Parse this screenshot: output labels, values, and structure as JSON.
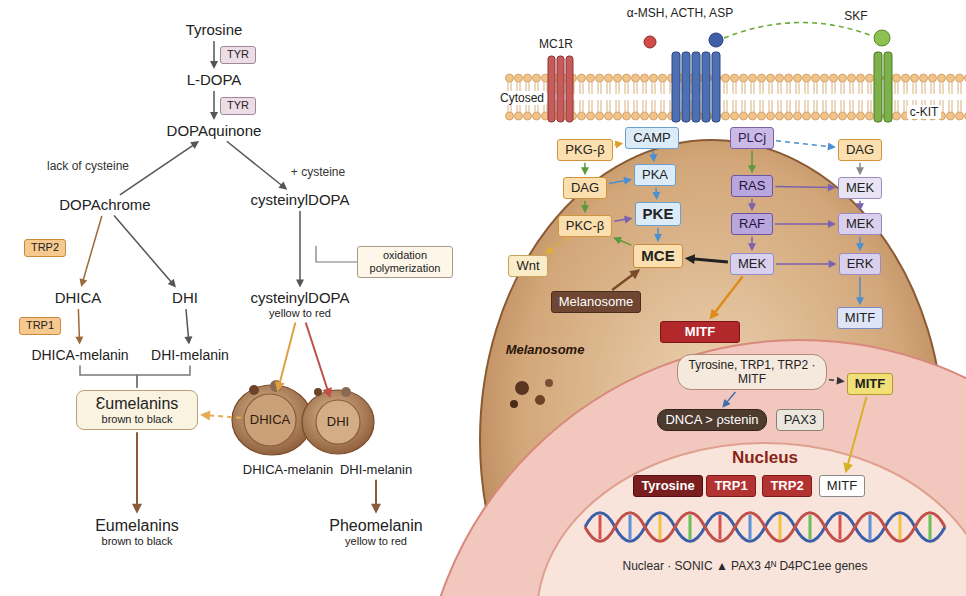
{
  "diagram": {
    "nodes": [
      {
        "text": [
          "Tyrosine"
        ]
      },
      {
        "text": [
          "TYR"
        ]
      },
      {
        "text": [
          "L-DOPA"
        ]
      },
      {
        "text": [
          "TYR"
        ]
      },
      {
        "text": [
          "DOPAquinone"
        ]
      },
      {
        "text": [
          "DOPAchrome"
        ]
      },
      {
        "text": [
          "cysteinylDOPA"
        ]
      },
      {
        "text": [
          "oxidation polymerization"
        ]
      },
      {
        "text": [
          "cysteinylDOPA",
          "yellow to red"
        ]
      },
      {
        "text": [
          "TRP2"
        ]
      },
      {
        "text": [
          "DHICA"
        ]
      },
      {
        "text": [
          "DHI"
        ]
      },
      {
        "text": [
          "TRP1"
        ]
      },
      {
        "text": [
          "DHICA-melanin"
        ]
      },
      {
        "text": [
          "DHI-melanin"
        ]
      },
      {
        "text": [
          "Ɛumelanins",
          "brown to black"
        ]
      },
      {
        "text": [
          "DHICA"
        ]
      },
      {
        "text": [
          "DHI"
        ]
      },
      {
        "text": [
          "DHICA-melanin"
        ]
      },
      {
        "text": [
          "DHI-melanin"
        ]
      },
      {
        "text": [
          "Eumelanins",
          "brown to black"
        ]
      },
      {
        "text": [
          "Pheomelanin",
          "yellow to red"
        ]
      },
      {
        "text": [
          "PKG-β"
        ]
      },
      {
        "text": [
          "CAMP"
        ]
      },
      {
        "text": [
          "PLCj"
        ]
      },
      {
        "text": [
          "DAG"
        ]
      },
      {
        "text": [
          "DAG"
        ]
      },
      {
        "text": [
          "PKA"
        ]
      },
      {
        "text": [
          "RAS"
        ]
      },
      {
        "text": [
          "MEK"
        ]
      },
      {
        "text": [
          "PKC-β"
        ]
      },
      {
        "text": [
          "PKE"
        ]
      },
      {
        "text": [
          "RAF"
        ]
      },
      {
        "text": [
          "MEK"
        ]
      },
      {
        "text": [
          "Wnt"
        ]
      },
      {
        "text": [
          "MCE"
        ]
      },
      {
        "text": [
          "MEK"
        ]
      },
      {
        "text": [
          "ERK"
        ]
      },
      {
        "text": [
          "Melanosome"
        ]
      },
      {
        "text": [
          "MITF"
        ]
      },
      {
        "text": [
          "MITF"
        ]
      },
      {
        "text": [
          "Tyrosine, TRP1, TRP2 · MITF"
        ]
      },
      {
        "text": [
          "MITF"
        ]
      },
      {
        "text": [
          "DNCA > ρstenin"
        ]
      },
      {
        "text": [
          "PAX3"
        ]
      },
      {
        "text": [
          "Tyrosine"
        ]
      },
      {
        "text": [
          "TRP1"
        ]
      },
      {
        "text": [
          "TRP2"
        ]
      },
      {
        "text": [
          "MITF"
        ]
      }
    ],
    "edges": [
      {
        "from": 0,
        "to": 2,
        "arrow": "to"
      },
      {
        "from": 2,
        "to": 4,
        "arrow": "to"
      },
      {
        "from": 5,
        "to": 4,
        "label": "lack of cysteine",
        "arrow": "to"
      },
      {
        "from": 4,
        "to": 6,
        "label": "+ cysteine",
        "arrow": "to"
      },
      {
        "from": 5,
        "to": 10,
        "arrow": "to"
      },
      {
        "from": 5,
        "to": 11,
        "arrow": "to"
      },
      {
        "from": 10,
        "to": 13,
        "arrow": "to"
      },
      {
        "from": 11,
        "to": 14,
        "arrow": "to"
      },
      {
        "from": 6,
        "to": 8,
        "arrow": "to"
      },
      {
        "from": 13,
        "to": 15,
        "arrow": "none"
      },
      {
        "from": 14,
        "to": 15,
        "arrow": "none"
      },
      {
        "from": 15,
        "to": 20,
        "arrow": "to"
      },
      {
        "from": 8,
        "to": 16,
        "arrow": "to"
      },
      {
        "from": 8,
        "to": 17,
        "arrow": "to"
      },
      {
        "from": 16,
        "to": 15,
        "arrow": "to"
      },
      {
        "from": 19,
        "to": 21,
        "arrow": "to"
      },
      {
        "from": 22,
        "to": 23,
        "arrow": "to"
      },
      {
        "from": 22,
        "to": 26,
        "arrow": "to"
      },
      {
        "from": 23,
        "to": 27,
        "arrow": "to"
      },
      {
        "from": 26,
        "to": 27,
        "arrow": "to"
      },
      {
        "from": 26,
        "to": 30,
        "arrow": "to"
      },
      {
        "from": 27,
        "to": 31,
        "arrow": "to"
      },
      {
        "from": 30,
        "to": 31,
        "arrow": "to"
      },
      {
        "from": 31,
        "to": 35,
        "arrow": "to"
      },
      {
        "from": 35,
        "to": 30,
        "arrow": "to"
      },
      {
        "from": 30,
        "to": 34,
        "arrow": "to"
      },
      {
        "from": 38,
        "to": 35,
        "arrow": "to"
      },
      {
        "from": 24,
        "to": 28,
        "arrow": "to"
      },
      {
        "from": 28,
        "to": 32,
        "arrow": "to"
      },
      {
        "from": 28,
        "to": 29,
        "arrow": "to"
      },
      {
        "from": 32,
        "to": 33,
        "arrow": "to"
      },
      {
        "from": 32,
        "to": 36,
        "arrow": "to"
      },
      {
        "from": 36,
        "to": 35,
        "arrow": "to"
      },
      {
        "from": 25,
        "to": 29,
        "arrow": "to"
      },
      {
        "from": 29,
        "to": 33,
        "arrow": "to"
      },
      {
        "from": 33,
        "to": 37,
        "arrow": "to"
      },
      {
        "from": 36,
        "to": 37,
        "arrow": "to"
      },
      {
        "from": 37,
        "to": 40,
        "arrow": "to"
      },
      {
        "from": 36,
        "to": 39,
        "arrow": "to"
      },
      {
        "from": 41,
        "to": 42,
        "arrow": "to"
      },
      {
        "from": 41,
        "to": 43,
        "arrow": "to"
      },
      {
        "from": 42,
        "to": 48,
        "arrow": "to"
      },
      {
        "from": 24,
        "to": 25,
        "arrow": "to"
      }
    ],
    "labels": [
      "MC1R",
      "α-MSH, ACTH, ASP",
      "SKF",
      "Cytosed",
      "c-KIT",
      "Melanosome",
      "Nucleus",
      "Nuclear · SONIC ▲ PAX3 4ᴺ D4PC1ee genes"
    ]
  }
}
